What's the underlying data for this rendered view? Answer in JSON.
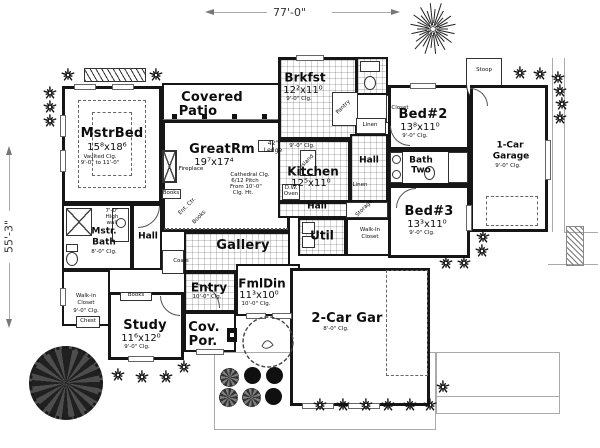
{
  "dimensions": {
    "width": "77'-0\"",
    "height": "55'-3\""
  },
  "rooms": {
    "mstr_bed": {
      "name": "MstrBed",
      "size": "15⁸x18⁶",
      "note1": "Vaulted Clg.",
      "note2": "9'-0\" to 11'-0\""
    },
    "great_rm": {
      "name": "GreatRm",
      "size": "19⁷x17⁴",
      "ledge1": "42\"",
      "ledge2": "Ledge",
      "c1": "Cathedral Clg.",
      "c2": "6/12 Pitch",
      "c3": "From 10'-0\"",
      "c4": "Clg. Ht."
    },
    "covered_patio": {
      "l1": "Covered",
      "l2": "Patio"
    },
    "brkfst": {
      "name": "Brkfst",
      "size": "12²x11⁰",
      "clg": "9'-0\" Clg."
    },
    "kitchen": {
      "name": "Kitchen",
      "size": "12⁵x11⁰",
      "clg": "9'-0\" Clg.",
      "island": "Island",
      "dw": "D.W.",
      "oven": "Oven"
    },
    "bed2": {
      "name": "Bed#2",
      "size": "13⁸x11⁰",
      "clg": "9'-0\" Clg."
    },
    "bed3": {
      "name": "Bed#3",
      "size": "13³x11⁰",
      "clg": "9'-0\" Clg."
    },
    "bath_two": {
      "l1": "Bath",
      "l2": "Two"
    },
    "garage1": {
      "l1": "1-Car",
      "l2": "Garage",
      "clg": "9'-0\" Clg."
    },
    "garage2": {
      "name": "2-Car Gar",
      "clg": "8'-0\" Clg."
    },
    "mstr_bath": {
      "l1": "Mstr.",
      "l2": "Bath",
      "clg": "8'-0\" Clg."
    },
    "study": {
      "name": "Study",
      "size": "11⁶x12⁰",
      "clg": "9'-0\" Clg."
    },
    "fml_din": {
      "name": "FmlDin",
      "size": "11³x10⁰",
      "clg": "10'-0\" Clg."
    },
    "entry": {
      "name": "Entry",
      "clg": "10'-0\" Clg."
    },
    "cov_por": {
      "l1": "Cov.",
      "l2": "Por."
    },
    "gallery": {
      "name": "Gallery"
    },
    "util": {
      "name": "Util"
    },
    "stoop": {
      "name": "Stoop"
    },
    "wic_left": {
      "l1": "Walk-in",
      "l2": "Closet",
      "clg": "9'-0\" Clg."
    },
    "wic_right": {
      "l1": "Walk-In",
      "l2": "Closet"
    }
  },
  "labels": {
    "hall": "Hall",
    "linen": "Linen",
    "books": "Books",
    "pantry": "Pantry",
    "closet": "Closet",
    "coats": "Coats",
    "chest": "Chest",
    "storage": "Storage",
    "ent_ctr": "Ent. Ctr.",
    "fireplace": "Fireplace",
    "high_wall_1": "7'-0\"",
    "high_wall_2": "High",
    "high_wall_3": "wall"
  },
  "icons": {
    "bush": "bush-icon",
    "tree_fluffy": "fluffy-tree-icon",
    "tree_spiky": "spiky-tree-icon",
    "planter": "planter-icon",
    "tub": "tub-icon",
    "toilet": "toilet-icon",
    "sink": "sink-icon"
  },
  "colors": {
    "wall": "#161616",
    "tile_line": "#00000022",
    "site_line": "#aaaaaa",
    "ink": "#111111"
  }
}
